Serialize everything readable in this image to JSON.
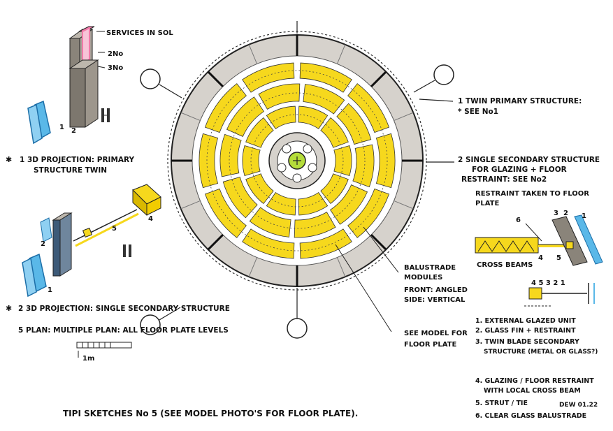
{
  "labels": {
    "services_in_sol": "SERVICES IN SOL",
    "n2": "2No",
    "n3": "3No",
    "n1": "1",
    "n2b": "2",
    "note1_line1": "1  3D PROJECTION: PRIMARY",
    "note1_line2": "STRUCTURE TWIN",
    "note2": "2  3D PROJECTION: SINGLE SECONDARY STRUCTURE",
    "note5": "5  PLAN: MULTIPLE PLAN: ALL FLOOR PLATE LEVELS",
    "scale_label": "1m",
    "primary_line1": "1 TWIN PRIMARY STRUCTURE:",
    "primary_line2": "* SEE No1",
    "secondary_line1": "2 SINGLE SECONDARY STRUCTURE",
    "secondary_line2": "FOR GLAZING + FLOOR",
    "secondary_line3": "RESTRAINT: SEE No2",
    "restraint_line1": "RESTRAINT TAKEN TO FLOOR",
    "restraint_line2": "PLATE",
    "balustrade_line1": "BALUSTRADE",
    "balustrade_line2": "MODULES",
    "balustrade_line3": "FRONT: ANGLED",
    "balustrade_line4": "SIDE: VERTICAL",
    "model_line1": "SEE MODEL FOR",
    "model_line2": "FLOOR PLATE",
    "cross_beams": "CROSS BEAMS",
    "detail_num_6": "6",
    "detail_num_3": "3",
    "detail_num_2": "2",
    "detail_num_1": "1",
    "detail_num_4": "4",
    "detail_num_5": "5",
    "lower_nums": "4   5  3 2  1",
    "legend_1": "1. EXTERNAL GLAZED UNIT",
    "legend_2": "2. GLASS FIN + RESTRAINT",
    "legend_3a": "3. TWIN BLADE SECONDARY",
    "legend_3b": "STRUCTURE (METAL OR GLASS?)",
    "legend_4a": "4. GLAZING / FLOOR RESTRAINT",
    "legend_4b": "WITH LOCAL CROSS BEAM",
    "legend_5": "5. STRUT / TIE",
    "legend_6": "6. CLEAR GLASS BALUSTRADE",
    "date": "DEW 01.22",
    "footer": "TIPI SKETCHES No 5 (SEE MODEL PHOTO'S FOR FLOOR PLATE)."
  },
  "colors": {
    "yellow": "#f6d81d",
    "grey_fill": "#d6d2cc",
    "blue": "#5ab8e8",
    "pink": "#f07aa8",
    "dark": "#222222",
    "green": "#b5dd3a"
  },
  "icons": {
    "asterisk": "asterisk-icon",
    "circle_node": "circle-node-icon"
  }
}
